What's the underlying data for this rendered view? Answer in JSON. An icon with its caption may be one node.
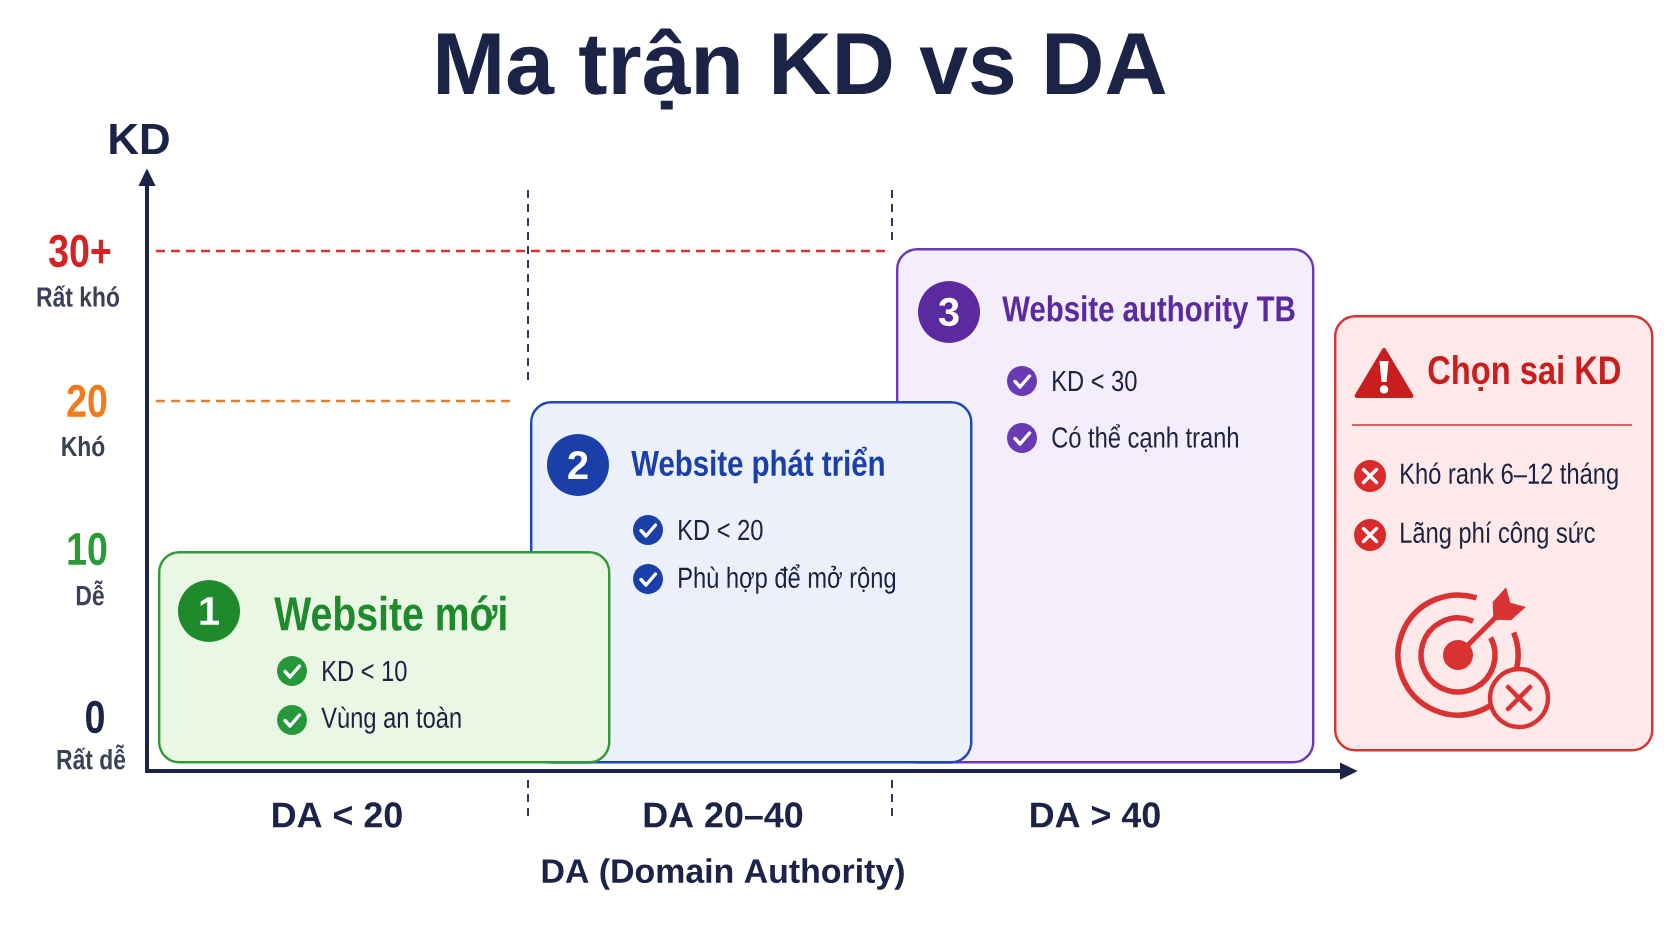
{
  "diagram": {
    "title": "Ma trận KD vs DA",
    "nodes": [
      {
        "text": [
          "Website mới",
          "KD < 10",
          "Vùng an toàn"
        ]
      },
      {
        "text": [
          "1"
        ],
        "in": 0
      },
      {
        "text": [
          "Website phát triển",
          "KD < 20",
          "Phù hợp để mở rộng"
        ]
      },
      {
        "text": [
          "2"
        ],
        "in": 2
      },
      {
        "text": [
          "Website authority TB",
          "KD < 30",
          "Có thể cạnh tranh"
        ]
      },
      {
        "text": [
          "3"
        ],
        "in": 4
      },
      {
        "text": [
          "Chọn sai KD",
          "Khó rank 6–12 tháng",
          "Lãng phí công sức"
        ]
      }
    ],
    "labels": [
      "KD",
      "30+",
      "Rất khó",
      "20",
      "Khó",
      "10",
      "Dễ",
      "0",
      "Rất dễ",
      "DA < 20",
      "DA 20–40",
      "DA > 40",
      "DA (Domain Authority)"
    ]
  }
}
